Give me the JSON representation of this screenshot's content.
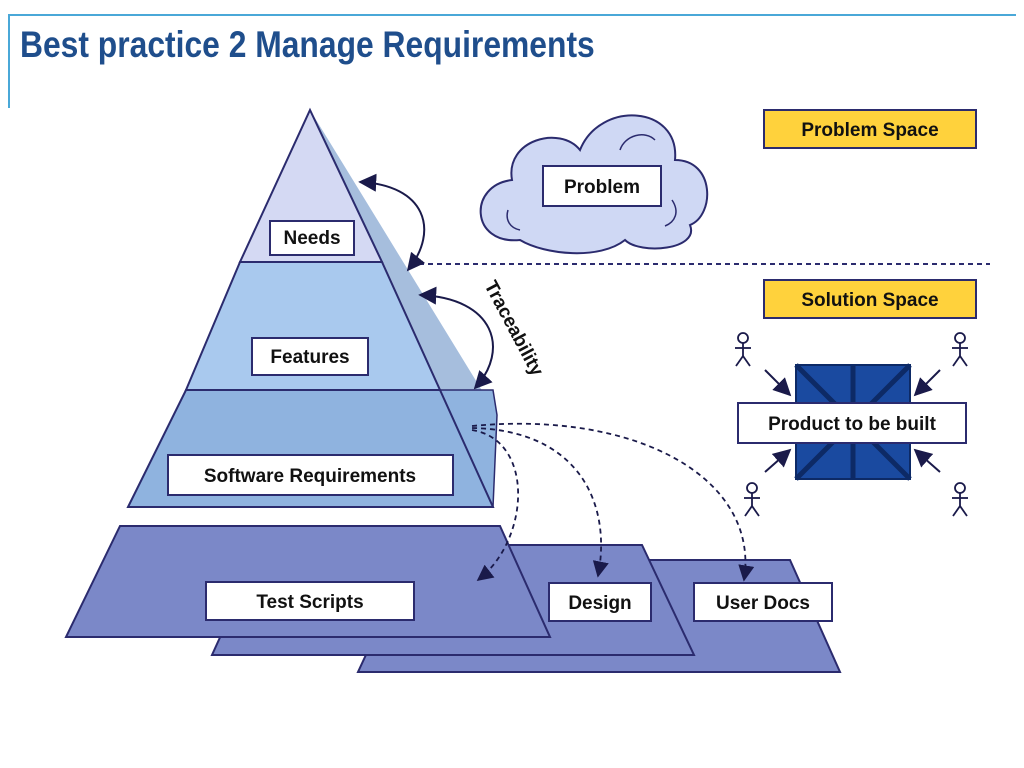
{
  "title": "Best practice 2 Manage Requirements",
  "pyramid": {
    "levels": [
      {
        "label": "Needs"
      },
      {
        "label": "Features"
      },
      {
        "label": "Software Requirements"
      }
    ],
    "traceability_label": "Traceability"
  },
  "artifacts": [
    {
      "label": "Test Scripts"
    },
    {
      "label": "Design"
    },
    {
      "label": "User Docs"
    }
  ],
  "problem_space": {
    "tag": "Problem Space",
    "cloud_label": "Problem"
  },
  "solution_space": {
    "tag": "Solution Space",
    "product_label": "Product to be built"
  },
  "colors": {
    "title": "#1f4e8c",
    "accent_line": "#4aa8d8",
    "tag_fill": "#ffd23c",
    "pyramid_top": "#d4d9f3",
    "pyramid_mid": "#a9c9ee",
    "pyramid_base": "#8fb3df",
    "slab": "#7b88c8",
    "cloud": "#cfd8f4",
    "product_box": "#1a4aa0",
    "arrow": "#1a1a4a"
  }
}
